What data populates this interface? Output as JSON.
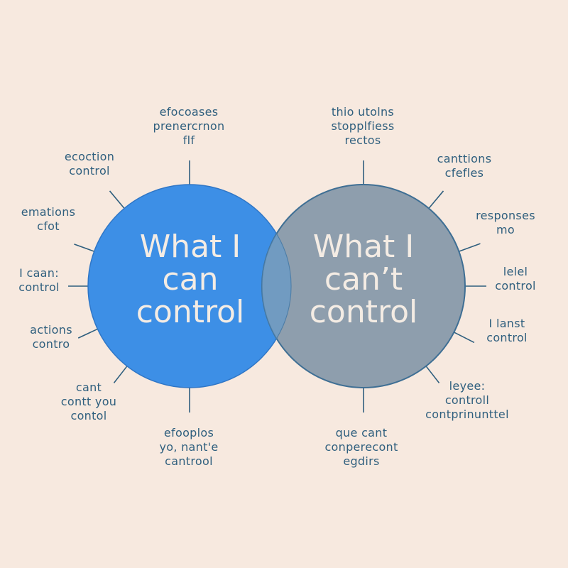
{
  "colors": {
    "background": "#f7e9df",
    "left_circle": "#3d8fe6",
    "right_circle": "#8497a8",
    "overlap": "#6f9cc4",
    "connector": "#2f5f7e",
    "label_text": "#2f5f7e",
    "title_text": "#f4ece4"
  },
  "left_circle": {
    "title": "What I\ncan\ncontrol"
  },
  "right_circle": {
    "title": "What I\ncan’t\ncontrol"
  },
  "left_labels": [
    {
      "text": "efocoases\nprenercrnon\nflf"
    },
    {
      "text": "ecoction\ncontrol"
    },
    {
      "text": "emations\ncfot"
    },
    {
      "text": "I caan:\ncontrol"
    },
    {
      "text": "actions\ncontro"
    },
    {
      "text": "cant\ncontt you\ncontol"
    },
    {
      "text": "efooplos\nyo, nant'e\ncantrool"
    }
  ],
  "right_labels": [
    {
      "text": "thio utolns\nstopplfiess\nrectos"
    },
    {
      "text": "canttions\ncfefles"
    },
    {
      "text": "responses\nmo"
    },
    {
      "text": "lelel\ncontrol"
    },
    {
      "text": "I lanst\ncontrol"
    },
    {
      "text": "leyee:\ncontroll\ncontprinunttel"
    },
    {
      "text": "que cant\nconperecont\negdirs"
    }
  ]
}
